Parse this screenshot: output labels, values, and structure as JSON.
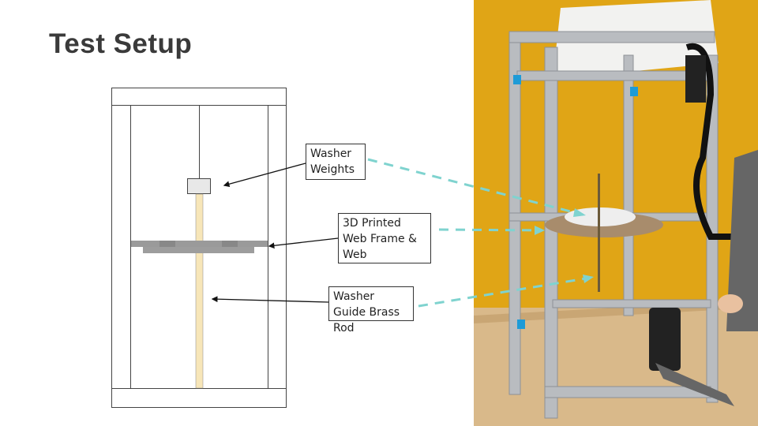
{
  "slide": {
    "title": "Test Setup"
  },
  "labels": {
    "washer_weights": "Washer Weights",
    "web_frame": "3D Printed Web Frame & Web",
    "guide_rod": "Washer Guide Brass Rod"
  },
  "colors": {
    "accent_dash": "#7fd3cf",
    "rod": "#f7e6b8",
    "wall": "#e0a516",
    "frame": "#b9bcc0",
    "floor": "#d9b98a"
  }
}
